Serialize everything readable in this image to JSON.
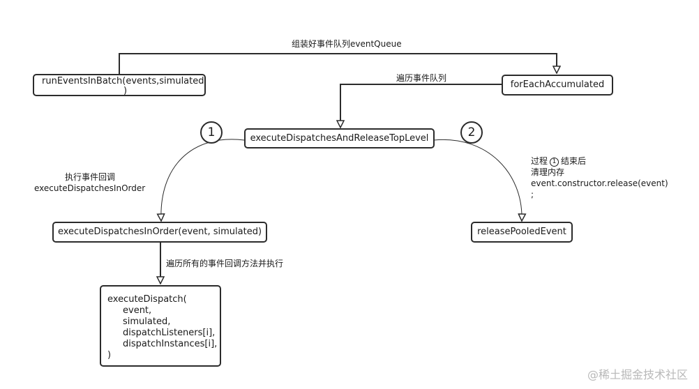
{
  "nodes": {
    "run_events_in_batch": {
      "line1": "runEventsInBatch(events,simulated",
      "line2": ")"
    },
    "for_each_accumulated": "forEachAccumulated",
    "execute_dispatches_and_release_top_level": "executeDispatchesAndReleaseTopLevel",
    "execute_dispatches_in_order": "executeDispatchesInOrder(event, simulated)",
    "release_pooled_event": "releasePooledEvent",
    "execute_dispatch": {
      "line1": "executeDispatch(",
      "line2": "event,",
      "line3": "simulated,",
      "line4": "dispatchListeners[i],",
      "line5": "dispatchInstances[i],",
      "line6": ")"
    }
  },
  "edges": {
    "assemble_queue": "组装好事件队列eventQueue",
    "traverse_queue": "遍历事件队列",
    "run_callbacks": {
      "line1": "执行事件回调",
      "line2": "executeDispatchesInOrder"
    },
    "after_step": {
      "prefix": "过程",
      "marker": "1",
      "suffix": "结束后",
      "line2": "清理内存",
      "line3": "event.constructor.release(event)",
      "line4": ";"
    },
    "traverse_all_callbacks": "遍历所有的事件回调方法并执行"
  },
  "badges": {
    "first": "1",
    "second": "2"
  },
  "watermark": "@稀土掘金技术社区",
  "colors": {
    "stroke": "#2b2b2b",
    "text": "#1a1a1a",
    "watermark": "#b8b8b8",
    "background": "#ffffff"
  }
}
